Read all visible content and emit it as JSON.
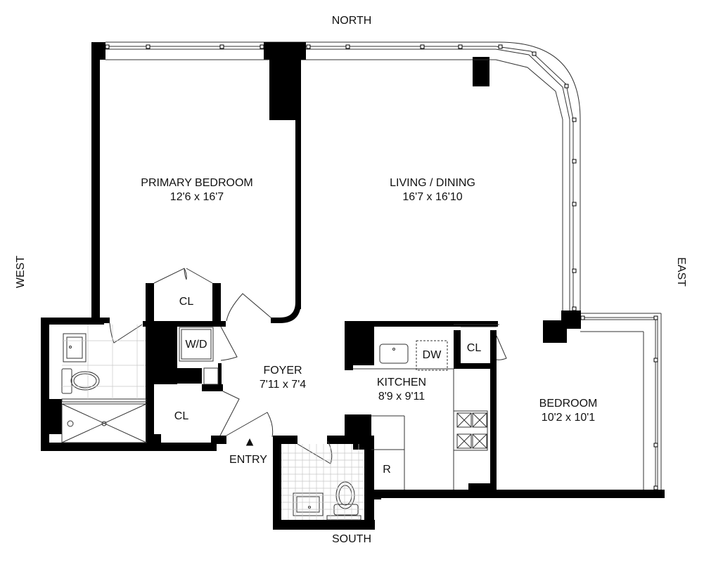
{
  "compass": {
    "north": "NORTH",
    "south": "SOUTH",
    "east": "EAST",
    "west": "WEST"
  },
  "rooms": {
    "primary_bedroom": {
      "name": "PRIMARY BEDROOM",
      "dims": "12'6 x 16'7"
    },
    "living_dining": {
      "name": "LIVING / DINING",
      "dims": "16'7 x 16'10"
    },
    "foyer": {
      "name": "FOYER",
      "dims": "7'11 x 7'4"
    },
    "kitchen": {
      "name": "KITCHEN",
      "dims": "8'9 x 9'11"
    },
    "bedroom": {
      "name": "BEDROOM",
      "dims": "10'2 x 10'1"
    }
  },
  "fixtures": {
    "closet_primary": "CL",
    "closet_foyer": "CL",
    "closet_kitchen": "CL",
    "washer_dryer": "W/D",
    "dishwasher": "DW",
    "refrigerator": "R"
  },
  "entry": {
    "label": "ENTRY",
    "marker": "▲"
  },
  "colors": {
    "wall": "#000000",
    "line": "#333333",
    "tile": "#c8c8c8",
    "background": "#ffffff"
  }
}
